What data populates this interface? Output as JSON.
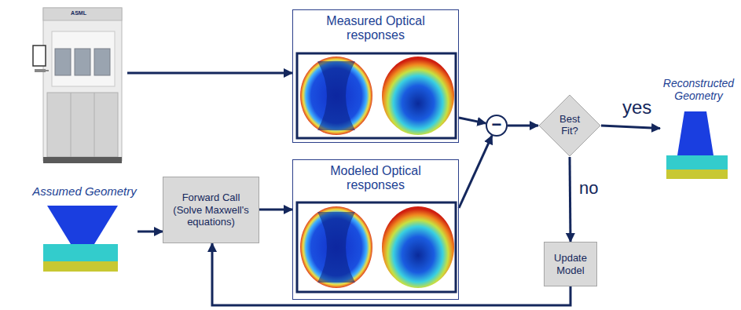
{
  "diagram": {
    "nodes": [
      {
        "text": [
          "ASML"
        ]
      },
      {
        "text": [
          "Measured Optical responses"
        ]
      },
      {
        "text": [
          "Assumed Geometry"
        ]
      },
      {
        "text": [
          "Forward Call (Solve Maxwell's equations)"
        ]
      },
      {
        "text": [
          "Modeled Optical responses"
        ]
      },
      {
        "text": [
          "−"
        ]
      },
      {
        "text": [
          "Best Fit?"
        ]
      },
      {
        "text": [
          "Reconstructed Geometry"
        ]
      },
      {
        "text": [
          "Update Model"
        ]
      }
    ],
    "edges": [
      {
        "from": 0,
        "to": 1,
        "arrow": "to"
      },
      {
        "from": 2,
        "to": 3,
        "arrow": "to"
      },
      {
        "from": 3,
        "to": 4,
        "arrow": "to"
      },
      {
        "from": 1,
        "to": 5,
        "arrow": "to"
      },
      {
        "from": 4,
        "to": 5,
        "arrow": "to"
      },
      {
        "from": 5,
        "to": 6,
        "arrow": "to"
      },
      {
        "from": 6,
        "to": 7,
        "label": "yes",
        "arrow": "to"
      },
      {
        "from": 6,
        "to": 8,
        "label": "no",
        "arrow": "to"
      },
      {
        "from": 8,
        "to": 3,
        "arrow": "to"
      }
    ]
  }
}
